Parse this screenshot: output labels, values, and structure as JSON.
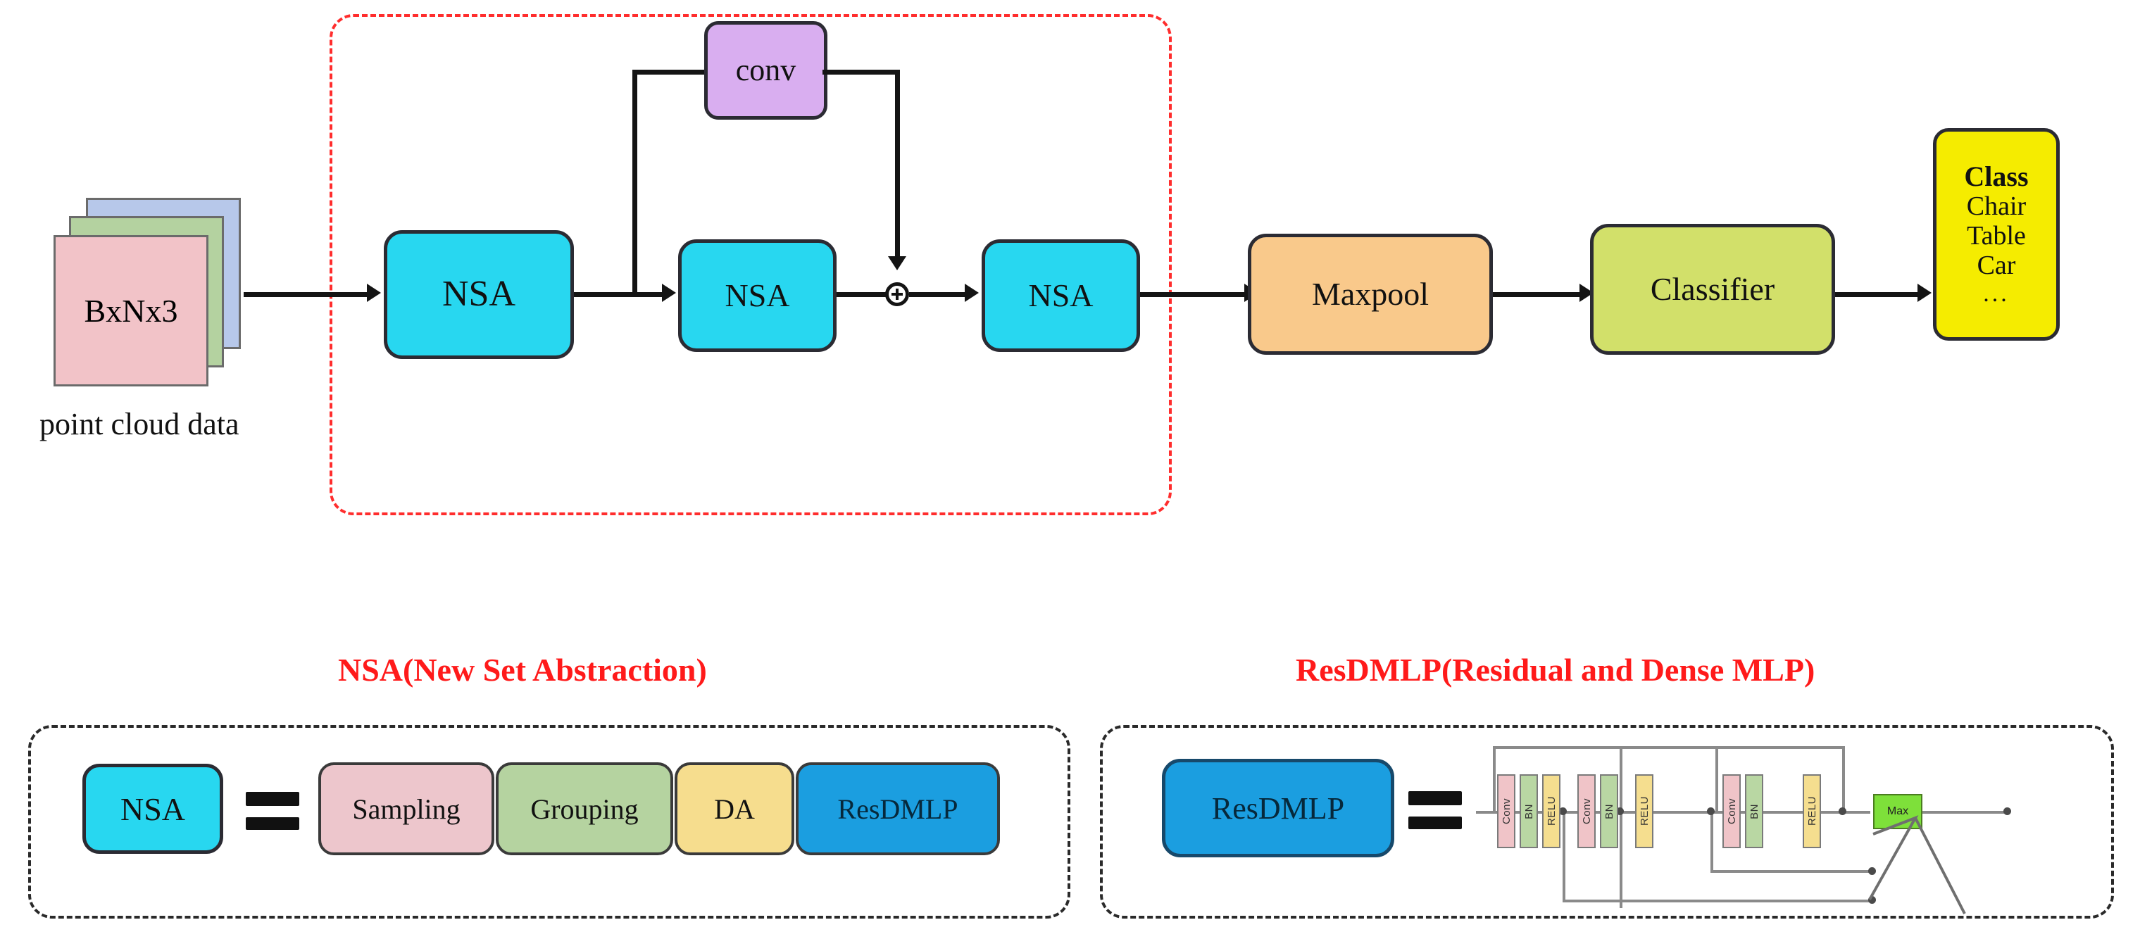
{
  "diagram": {
    "title_hidden": "Network architecture for point cloud classification",
    "input": {
      "box_label": "BxNx3",
      "caption": "point cloud data",
      "card_colors": [
        "#b7c8ea",
        "#b4d2a0",
        "#f2c3c8"
      ]
    },
    "backbone": {
      "conv_label": "conv",
      "nsa_labels": [
        "NSA",
        "NSA",
        "NSA"
      ],
      "add_symbol": "oplus",
      "maxpool_label": "Maxpool",
      "classifier_label": "Classifier"
    },
    "output": {
      "heading": "Class",
      "items": [
        "Chair",
        "Table",
        "Car"
      ],
      "ellipsis": "..."
    },
    "colors": {
      "nsa": "#28d7f0",
      "conv": "#d9aef0",
      "maxpool": "#f9c98b",
      "classifier": "#d2e06a",
      "class_box": "#f5ec00",
      "dashed_red": "#ff2d2d",
      "title_red": "#ff1a1a"
    }
  },
  "legend_nsa": {
    "title": "NSA(New Set Abstraction)",
    "lhs_label": "NSA",
    "equals": "=",
    "chain": [
      {
        "label": "Sampling",
        "color": "#edc6cc"
      },
      {
        "label": "Grouping",
        "color": "#b5d3a0"
      },
      {
        "label": "DA",
        "color": "#f6dd8e"
      },
      {
        "label": "ResDMLP",
        "color": "#1b9ee0"
      }
    ]
  },
  "legend_resdmlp": {
    "title": "ResDMLP(Residual and Dense MLP)",
    "lhs_label": "ResDMLP",
    "equals": "=",
    "blocks": [
      {
        "label": "Conv",
        "color": "#f0c4c8"
      },
      {
        "label": "BN",
        "color": "#b9d7a3"
      },
      {
        "label": "RELU",
        "color": "#f5de8f"
      },
      {
        "label": "Conv",
        "color": "#f0c4c8"
      },
      {
        "label": "BN",
        "color": "#b9d7a3"
      },
      {
        "label": "RELU",
        "color": "#f5de8f"
      },
      {
        "label": "Conv",
        "color": "#f0c4c8"
      },
      {
        "label": "BN",
        "color": "#b9d7a3"
      },
      {
        "label": "RELU",
        "color": "#f5de8f"
      }
    ],
    "max_label": "Max",
    "max_color": "#7ee03a"
  }
}
